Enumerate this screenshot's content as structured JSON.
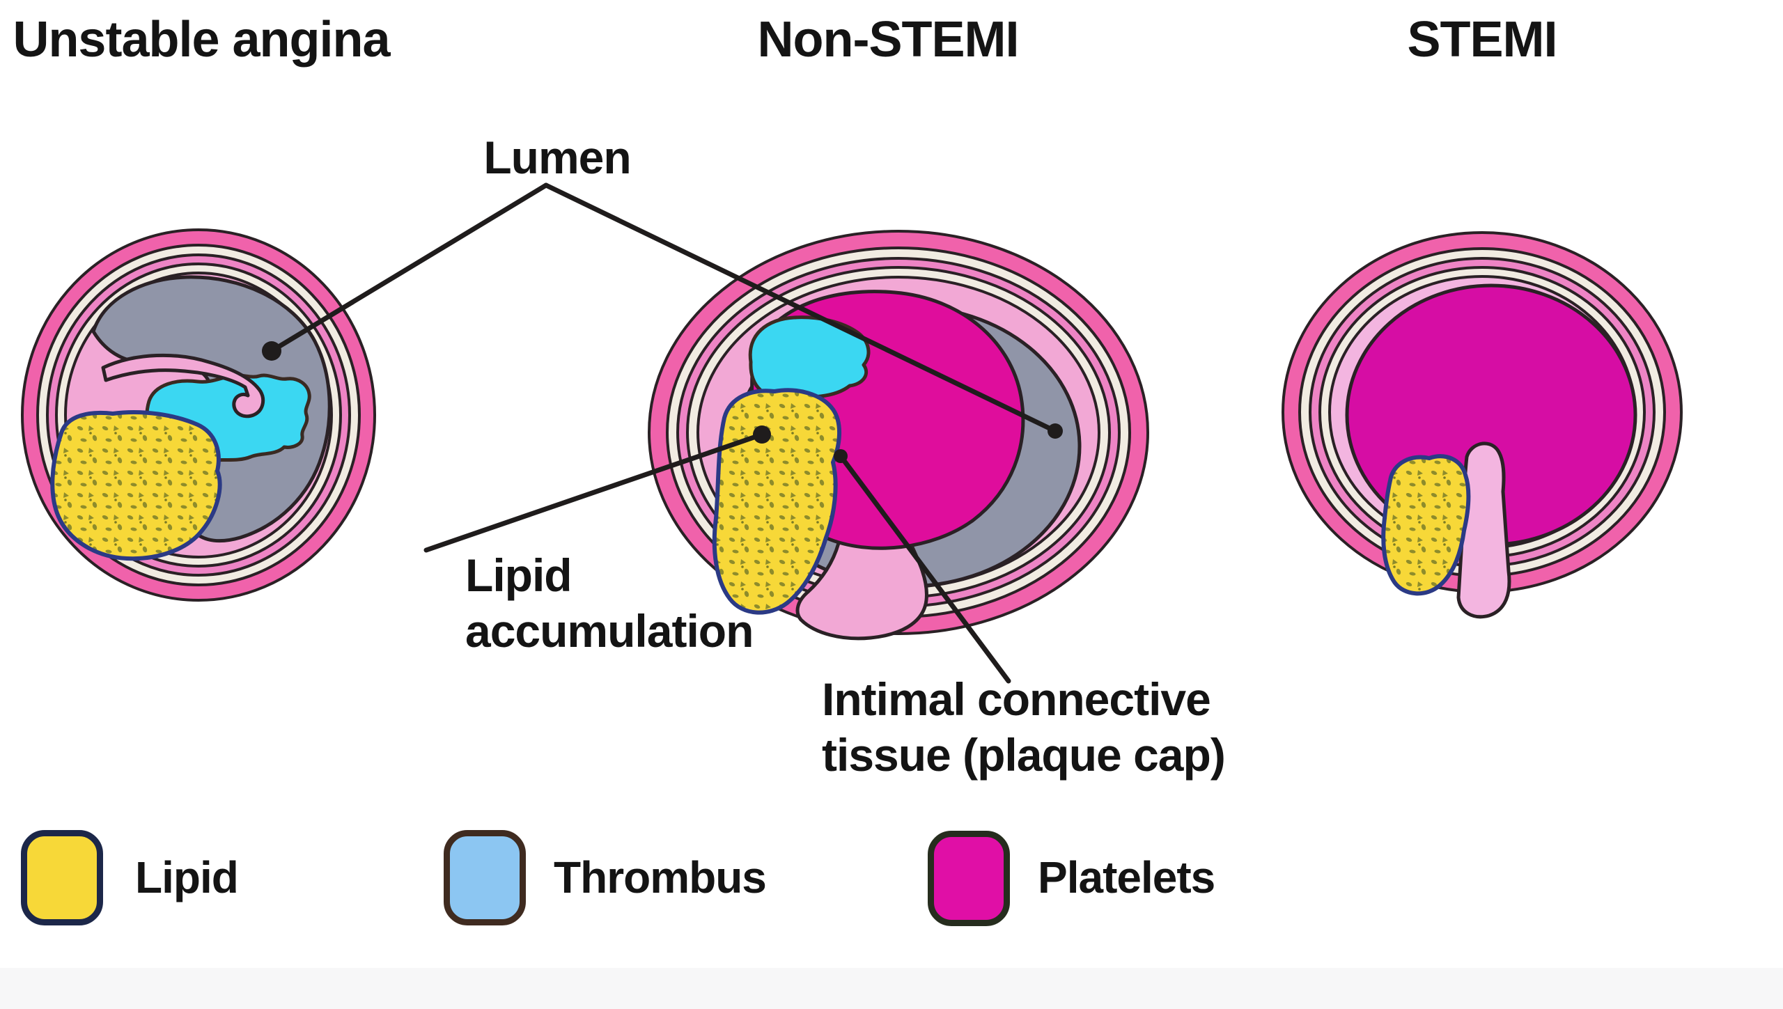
{
  "titles": {
    "unstable_angina": "Unstable angina",
    "non_stemi": "Non-STEMI",
    "stemi": "STEMI"
  },
  "annotations": {
    "lumen": "Lumen",
    "lipid_accumulation": "Lipid accumulation",
    "plaque_cap": "Intimal connective tissue (plaque cap)"
  },
  "legend": {
    "items": [
      {
        "label": "Lipid",
        "color": "#f7d838",
        "border": "#1c2749"
      },
      {
        "label": "Thrombus",
        "color": "#8cc6f2",
        "border": "#3f2b20"
      },
      {
        "label": "Platelets",
        "color": "#e00fa6",
        "border": "#262d1e"
      }
    ]
  },
  "colors": {
    "hot_pink": "#f062ab",
    "cream": "#f1ece2",
    "mid_pink": "#ee84c5",
    "light_pink": "#f2a8d5",
    "light_pink_stemi": "#f3b5e0",
    "lumen_gray": "#9095a8",
    "thrombus_cyan": "#3bd7f2",
    "lipid_yellow": "#f7d838",
    "lipid_speckle": "#8e8c2b",
    "platelets_magenta": "#df0d9c",
    "platelets_magenta_stemi": "#d60da4",
    "leader_line": "#1f1c1c",
    "text": "#141414"
  },
  "arteries": {
    "unstable_angina": {
      "name": "Unstable angina",
      "features": "lumen, lipid accumulation, thrombus, plaque cap"
    },
    "non_stemi": {
      "name": "Non-STEMI",
      "features": "lumen, lipid accumulation, thrombus, platelets, plaque cap"
    },
    "stemi": {
      "name": "STEMI",
      "features": "lipid accumulation, platelets, plaque cap"
    }
  }
}
